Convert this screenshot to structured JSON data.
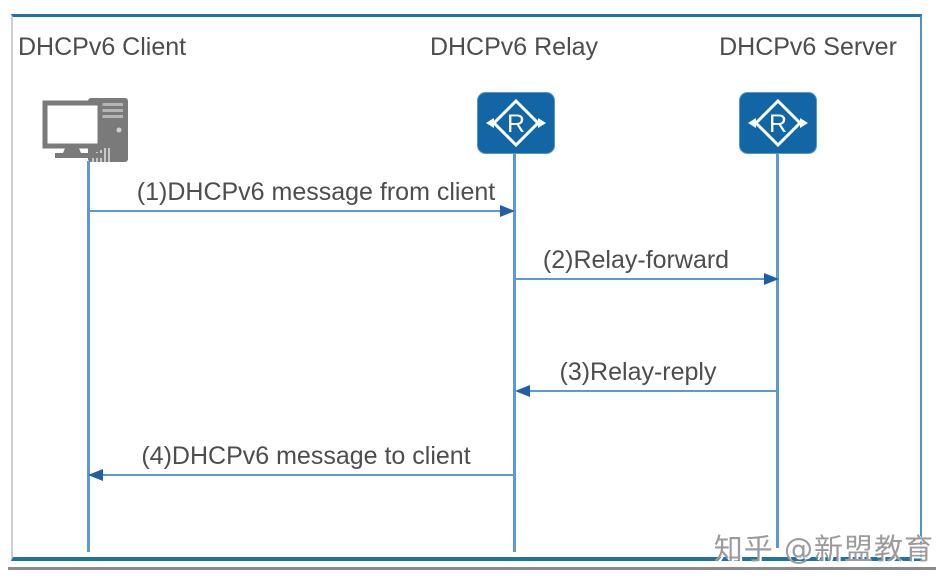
{
  "participants": [
    {
      "id": "client",
      "name": "DHCPv6 Client",
      "icon": "client-computer-icon"
    },
    {
      "id": "relay",
      "name": "DHCPv6 Relay",
      "icon": "router-icon"
    },
    {
      "id": "server",
      "name": "DHCPv6 Server",
      "icon": "router-icon"
    }
  ],
  "icons": {
    "router_letter": "R"
  },
  "messages": [
    {
      "seq": 1,
      "label": "(1)DHCPv6 message from client",
      "from": "client",
      "to": "relay",
      "direction": "right"
    },
    {
      "seq": 2,
      "label": "(2)Relay-forward",
      "from": "relay",
      "to": "server",
      "direction": "right"
    },
    {
      "seq": 3,
      "label": "(3)Relay-reply",
      "from": "server",
      "to": "relay",
      "direction": "left"
    },
    {
      "seq": 4,
      "label": "(4)DHCPv6 message to client",
      "from": "relay",
      "to": "client",
      "direction": "left"
    }
  ],
  "watermark": {
    "text": "知乎 @新盟教育"
  },
  "colors": {
    "frame_border_blue": "#1f73a3",
    "frame_border_right_blue": "#4796c5",
    "frame_border_left_gray": "#cbd0d4",
    "line_blue": "#5b9bd5",
    "arrowhead_blue": "#1e5fa8",
    "router_icon_blue": "#1266a5",
    "computer_icon_gray": "#7a7a7a",
    "text_gray": "#4d4d4d",
    "watermark_gray": "#9b9b9b",
    "divider_gray": "#8b8b8b"
  }
}
